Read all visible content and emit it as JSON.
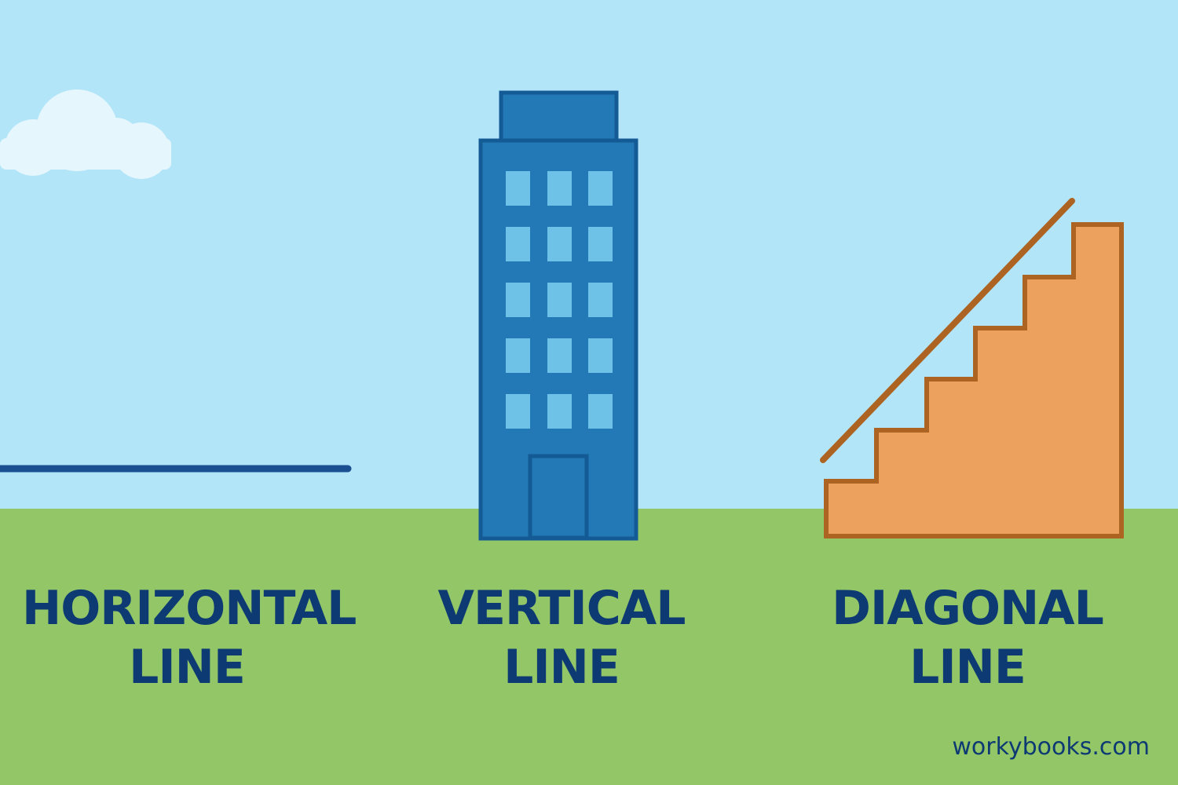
{
  "colors": {
    "sky": "#b3e5f9",
    "ground": "#93c666",
    "cloud": "#e6f6fd",
    "horizontal_line": "#1a4f91",
    "building_body": "#2279b5",
    "building_outline": "#145a95",
    "building_window": "#6ec2e7",
    "stairs_fill": "#eda15e",
    "stairs_outline": "#ad6422",
    "text": "#0d3a73"
  },
  "captions": [
    {
      "id": "horizontal",
      "line1": "HORIZONTAL",
      "line2": "LINE"
    },
    {
      "id": "vertical",
      "line1": "VERTICAL",
      "line2": "LINE"
    },
    {
      "id": "diagonal",
      "line1": "DIAGONAL",
      "line2": "LINE"
    }
  ],
  "illustrations": {
    "horizontal": "horizontal-line",
    "vertical": "office-building-icon",
    "diagonal": "staircase-with-handrail-icon",
    "sky_decoration": "cloud-icon"
  },
  "building": {
    "window_rows": 5,
    "window_cols": 3
  },
  "watermark": "workybooks.com"
}
